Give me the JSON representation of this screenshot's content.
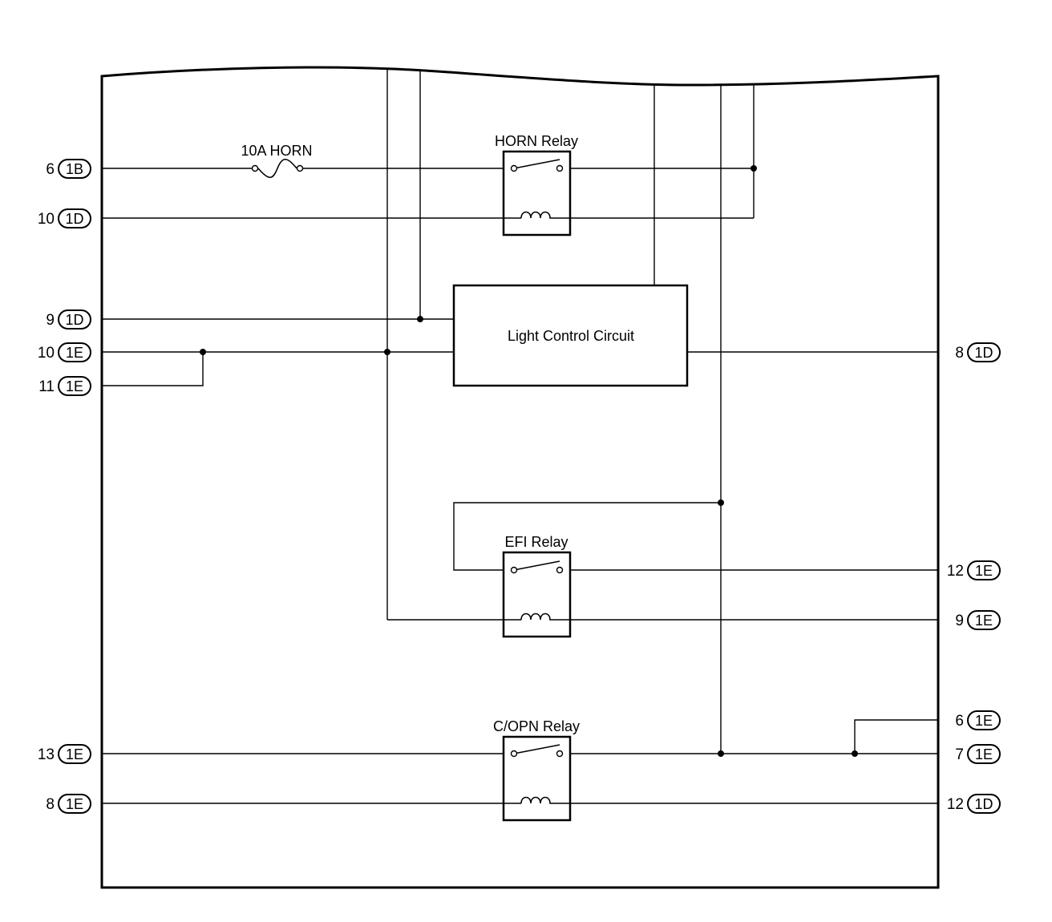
{
  "labels": {
    "fuse": "10A HORN",
    "horn_relay": "HORN Relay",
    "light_control": "Light Control Circuit",
    "efi_relay": "EFI Relay",
    "copn_relay": "C/OPN Relay"
  },
  "left_connectors": [
    {
      "pin": "6",
      "conn": "1B"
    },
    {
      "pin": "10",
      "conn": "1D"
    },
    {
      "pin": "9",
      "conn": "1D"
    },
    {
      "pin": "10",
      "conn": "1E"
    },
    {
      "pin": "11",
      "conn": "1E"
    },
    {
      "pin": "13",
      "conn": "1E"
    },
    {
      "pin": "8",
      "conn": "1E"
    }
  ],
  "right_connectors": [
    {
      "pin": "8",
      "conn": "1D"
    },
    {
      "pin": "12",
      "conn": "1E"
    },
    {
      "pin": "9",
      "conn": "1E"
    },
    {
      "pin": "6",
      "conn": "1E"
    },
    {
      "pin": "7",
      "conn": "1E"
    },
    {
      "pin": "12",
      "conn": "1D"
    }
  ]
}
